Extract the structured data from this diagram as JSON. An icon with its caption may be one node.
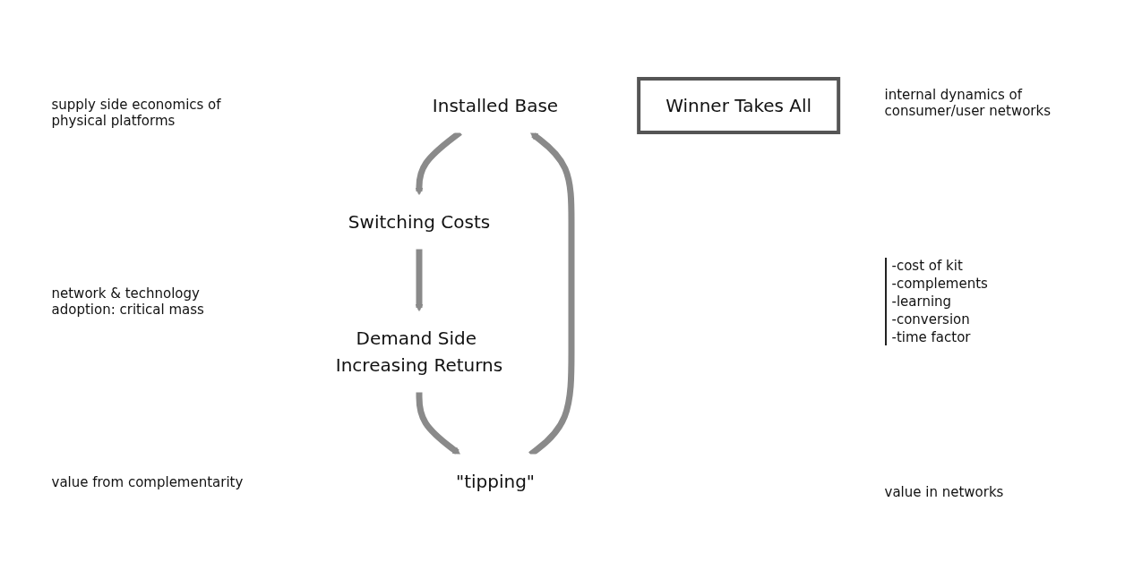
{
  "diagram": {
    "nodes": [
      {
        "text": [
          "Installed Base"
        ]
      },
      {
        "text": [
          "Switching Costs"
        ]
      },
      {
        "text": [
          "Demand Side Increasing Returns"
        ]
      },
      {
        "text": [
          "\"tipping\""
        ]
      },
      {
        "text": [
          "Winner Takes All"
        ]
      }
    ],
    "edges": [
      {
        "from": 0,
        "to": 1,
        "arrow": "to"
      },
      {
        "from": 1,
        "to": 2,
        "arrow": "to"
      },
      {
        "from": 2,
        "to": 3,
        "arrow": "to"
      },
      {
        "from": 3,
        "to": 0,
        "arrow": "to"
      }
    ],
    "labels": [
      "supply side economics of physical platforms",
      "internal dynamics of consumer/user networks",
      "network & technology adoption: critical mass",
      "-cost of kit",
      "-complements",
      "-learning",
      "-conversion",
      "-time factor",
      "value from complementarity",
      "value in networks"
    ]
  }
}
